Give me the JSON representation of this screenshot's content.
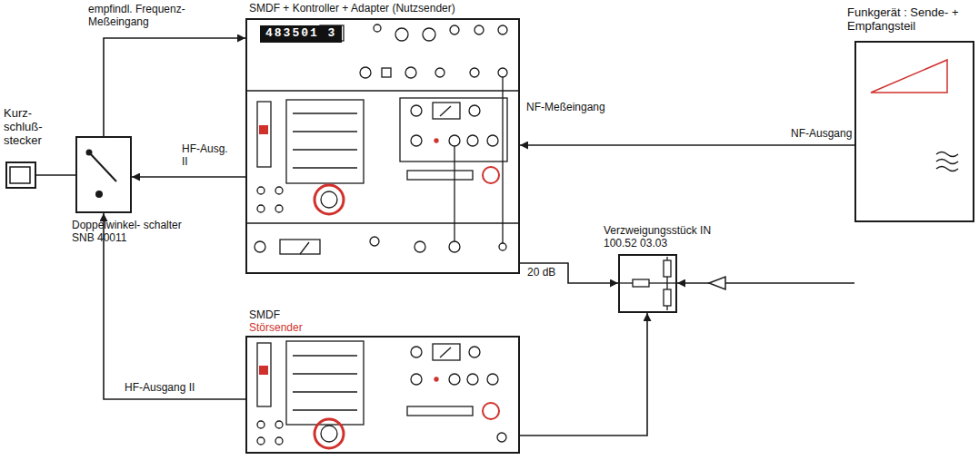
{
  "diagram": {
    "nodes": [
      {
        "text": [
          "Kurz- schluß- stecker"
        ]
      },
      {
        "text": [
          "Doppelwinkel- schalter SNB 40011"
        ]
      },
      {
        "text": [
          "SMDF + Kontroller + Adapter (Nutzsender)",
          "483501 3"
        ]
      },
      {
        "text": [
          "Funkgerät : Sende- + Empfangsteil"
        ]
      },
      {
        "text": [
          "Verzweigungsstück IN 100.52 03.03"
        ]
      },
      {
        "text": [
          "SMDF",
          "Störsender"
        ]
      }
    ],
    "edges": [
      {
        "from": 1,
        "to": 2,
        "arrow": "to",
        "label": "empfindl. Frequenz- Meßeingang"
      },
      {
        "from": 2,
        "to": 1,
        "arrow": "to",
        "label": "HF-Ausg. II"
      },
      {
        "from": 0,
        "to": 1,
        "arrow": "none"
      },
      {
        "from": 5,
        "to": 1,
        "arrow": "to",
        "label": "HF-Ausgang II"
      },
      {
        "from": 3,
        "to": 2,
        "arrow": "to",
        "label": "NF-Ausgang"
      },
      {
        "from": 2,
        "to": 4,
        "arrow": "to",
        "label": "20 dB"
      },
      {
        "from": 5,
        "to": 4,
        "arrow": "to"
      },
      {
        "from": 3,
        "to": 4,
        "arrow": "to"
      }
    ],
    "labels": [
      "NF-Meßeingang"
    ]
  }
}
